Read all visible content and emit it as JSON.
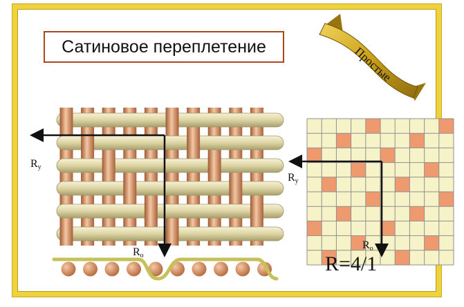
{
  "title": "Сатиновое переплетение",
  "ribbon_text": "Простые",
  "weave_labels": {
    "ry_main": "R",
    "ry_sub": "у",
    "ro_main": "R",
    "ro_sub": "о"
  },
  "grid_labels": {
    "ry_main": "R",
    "ry_sub": "у",
    "ro_main": "R",
    "ro_sub": "о"
  },
  "formula": "R=4/1",
  "colors": {
    "frame": "#f0d23c",
    "title_border": "#a8471c",
    "copper": "#d9956a",
    "cream": "#e4dcae",
    "grid_bg": "#f7f3c8",
    "grid_mark": "#ef9a6e",
    "grid_line": "#8f8f8f",
    "binding_thread": "#c6c058",
    "ribbon": "#d4a820",
    "arrow": "#111111"
  },
  "satin_grid": {
    "size": 10,
    "marked": [
      [
        0,
        4
      ],
      [
        1,
        2
      ],
      [
        2,
        0
      ],
      [
        3,
        3
      ],
      [
        4,
        1
      ],
      [
        5,
        4
      ],
      [
        6,
        2
      ],
      [
        7,
        0
      ],
      [
        8,
        3
      ],
      [
        9,
        1
      ]
    ]
  }
}
